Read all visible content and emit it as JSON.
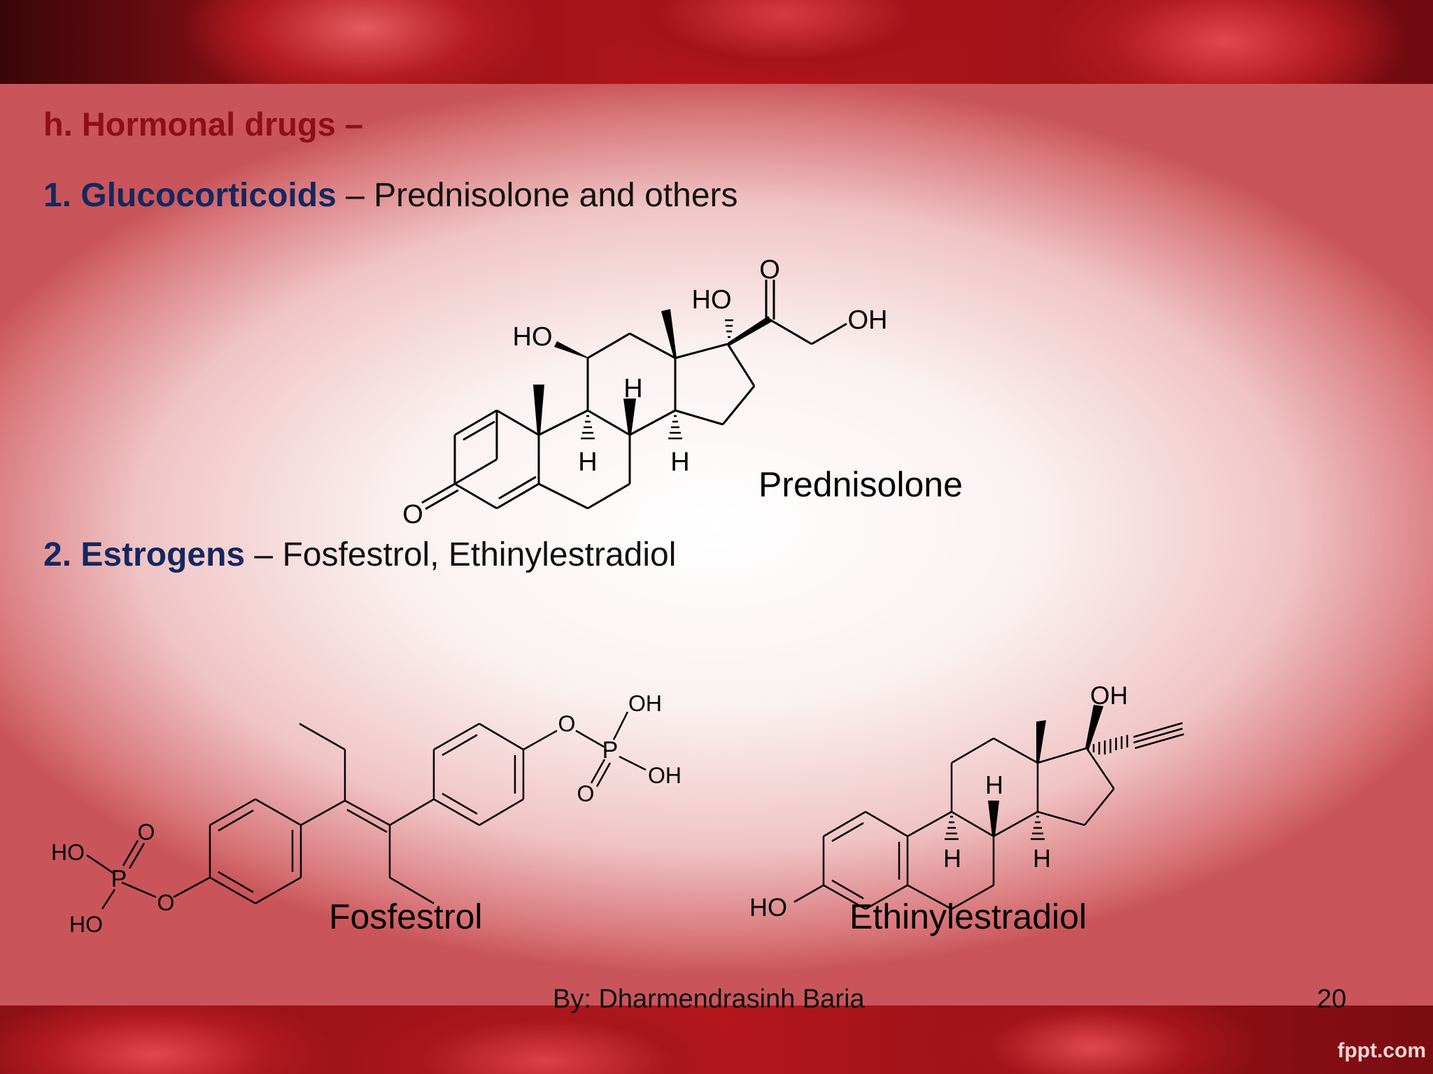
{
  "slide": {
    "heading": "h. Hormonal drugs –",
    "items": [
      {
        "number_title": "1. Glucocorticoids",
        "rest": " – Prednisolone and others"
      },
      {
        "number_title": "2. Estrogens",
        "rest": " – Fosfestrol, Ethinylestradiol"
      }
    ],
    "structures": [
      {
        "name": "Prednisolone",
        "atoms": {
          "o_top": "O",
          "ho_17": "HO",
          "oh_21": "OH",
          "ho_11": "HO",
          "h_8": "H",
          "h_9": "H",
          "h_14": "H",
          "o_3": "O"
        }
      },
      {
        "name": "Fosfestrol",
        "atoms": {
          "oh1": "OH",
          "o1": "O",
          "p1": "P",
          "oh2": "OH",
          "o2": "O",
          "ho1": "HO",
          "o3": "O",
          "p2": "P",
          "ho2": "HO",
          "o4": "O"
        }
      },
      {
        "name": "Ethinylestradiol",
        "atoms": {
          "oh": "OH",
          "h_8": "H",
          "h_9": "H",
          "h_14": "H",
          "ho": "HO"
        }
      }
    ],
    "footer": {
      "author": "By: Dharmendrasinh Baria",
      "page": "20"
    },
    "brand": "fppt.com"
  }
}
